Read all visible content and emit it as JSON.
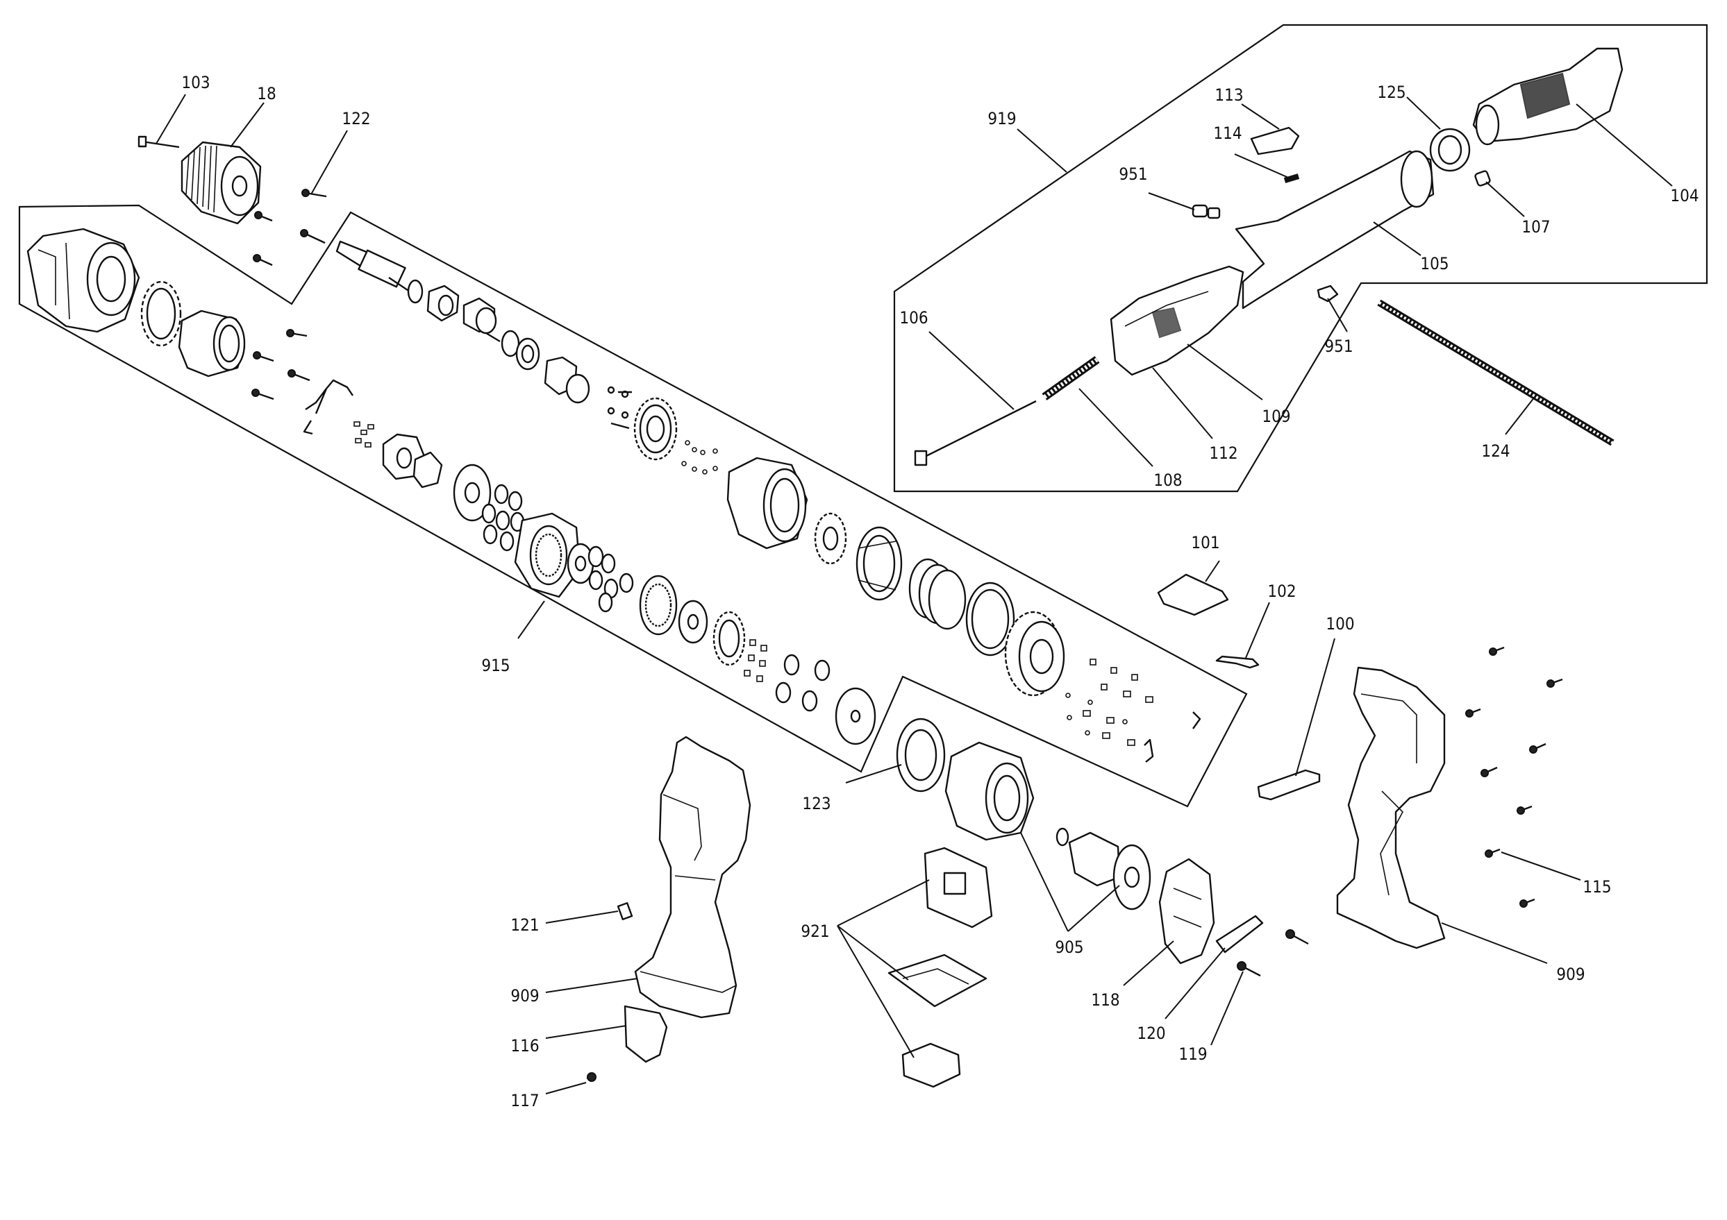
{
  "callouts": [
    {
      "id": "c103",
      "text": "103"
    },
    {
      "id": "c18",
      "text": "18"
    },
    {
      "id": "c122",
      "text": "122"
    },
    {
      "id": "c919",
      "text": "919"
    },
    {
      "id": "c113",
      "text": "113"
    },
    {
      "id": "c125",
      "text": "125"
    },
    {
      "id": "c114",
      "text": "114"
    },
    {
      "id": "c951a",
      "text": "951"
    },
    {
      "id": "c104",
      "text": "104"
    },
    {
      "id": "c107",
      "text": "107"
    },
    {
      "id": "c105",
      "text": "105"
    },
    {
      "id": "c106",
      "text": "106"
    },
    {
      "id": "c951b",
      "text": "951"
    },
    {
      "id": "c109",
      "text": "109"
    },
    {
      "id": "c112",
      "text": "112"
    },
    {
      "id": "c108",
      "text": "108"
    },
    {
      "id": "c124",
      "text": "124"
    },
    {
      "id": "c101",
      "text": "101"
    },
    {
      "id": "c102",
      "text": "102"
    },
    {
      "id": "c100",
      "text": "100"
    },
    {
      "id": "c915",
      "text": "915"
    },
    {
      "id": "c123",
      "text": "123"
    },
    {
      "id": "c115",
      "text": "115"
    },
    {
      "id": "c121",
      "text": "121"
    },
    {
      "id": "c921",
      "text": "921"
    },
    {
      "id": "c905",
      "text": "905"
    },
    {
      "id": "c909a",
      "text": "909"
    },
    {
      "id": "c909b",
      "text": "909"
    },
    {
      "id": "c118",
      "text": "118"
    },
    {
      "id": "c116",
      "text": "116"
    },
    {
      "id": "c120",
      "text": "120"
    },
    {
      "id": "c119",
      "text": "119"
    },
    {
      "id": "c117",
      "text": "117"
    }
  ]
}
